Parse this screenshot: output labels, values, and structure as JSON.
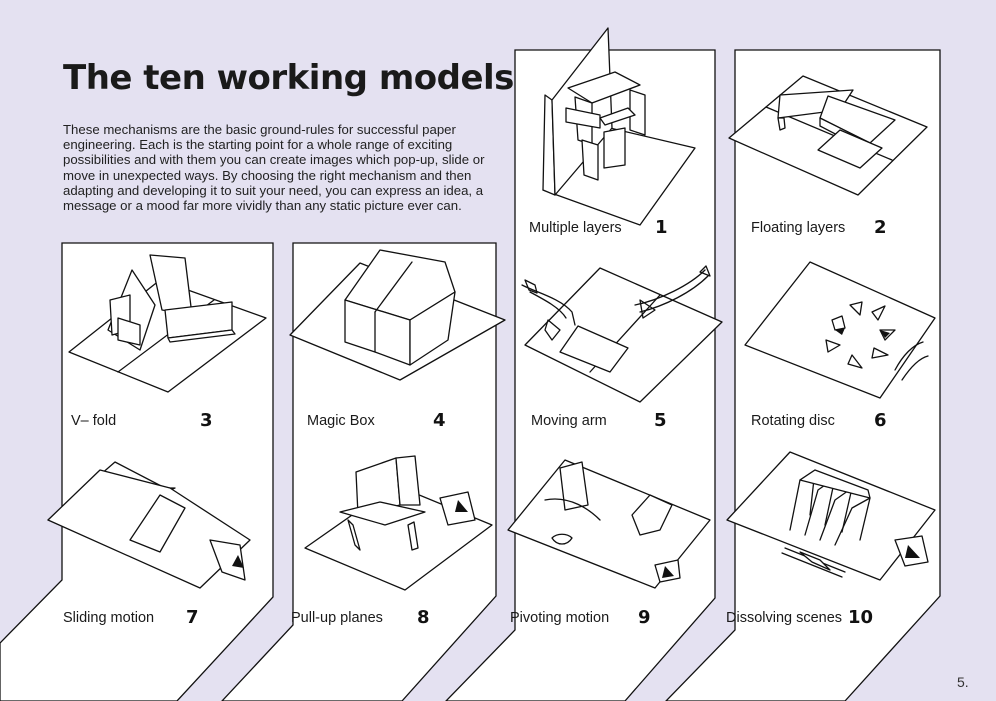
{
  "page": {
    "title": "The ten working models",
    "intro": "These mechanisms are the basic ground-rules for successful paper engineering. Each is the starting point for a whole range of exciting possibilities and with them you can create images which pop-up, slide or move in unexpected ways. By choosing the right mechanism and then adapting and developing it to suit your need, you can express an idea, a message or a mood far more vividly than any static picture ever can.",
    "page_number": "5."
  },
  "models": [
    {
      "name": "Multiple layers",
      "number": "1"
    },
    {
      "name": "Floating layers",
      "number": "2"
    },
    {
      "name": "V– fold",
      "number": "3"
    },
    {
      "name": "Magic Box",
      "number": "4"
    },
    {
      "name": "Moving arm",
      "number": "5"
    },
    {
      "name": "Rotating disc",
      "number": "6"
    },
    {
      "name": "Sliding motion",
      "number": "7"
    },
    {
      "name": "Pull-up planes",
      "number": "8"
    },
    {
      "name": "Pivoting motion",
      "number": "9"
    },
    {
      "name": "Dissolving scenes",
      "number": "10"
    }
  ],
  "colors": {
    "background": "#e4e1f1",
    "panel": "#ffffff",
    "ink": "#111111"
  }
}
